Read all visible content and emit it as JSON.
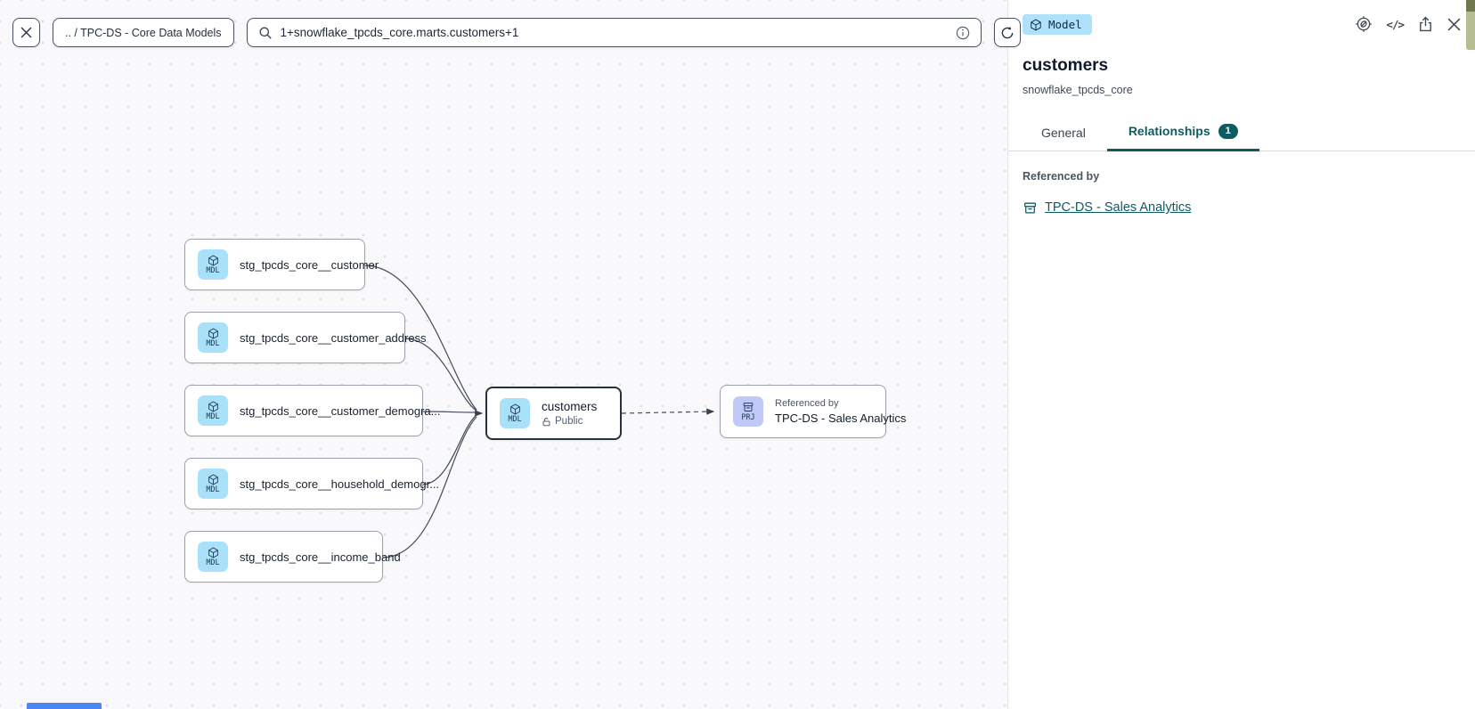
{
  "topbar": {
    "breadcrumb": ".. / TPC-DS - Core Data Models",
    "search": {
      "value": "1+snowflake_tpcds_core.marts.customers+1"
    }
  },
  "canvas": {
    "upstream_nodes": [
      {
        "badge": "MDL",
        "label": "stg_tpcds_core__customer"
      },
      {
        "badge": "MDL",
        "label": "stg_tpcds_core__customer_address"
      },
      {
        "badge": "MDL",
        "label": "stg_tpcds_core__customer_demogra..."
      },
      {
        "badge": "MDL",
        "label": "stg_tpcds_core__household_demogr..."
      },
      {
        "badge": "MDL",
        "label": "stg_tpcds_core__income_band"
      }
    ],
    "selected_node": {
      "badge": "MDL",
      "title": "customers",
      "access": "Public"
    },
    "downstream_node": {
      "badge": "PRJ",
      "kicker": "Referenced by",
      "title": "TPC-DS - Sales Analytics"
    }
  },
  "panel": {
    "type_badge": "Model",
    "title": "customers",
    "subtitle": "snowflake_tpcds_core",
    "tabs": {
      "general": "General",
      "relationships": "Relationships",
      "relationships_count": "1"
    },
    "referenced_by_heading": "Referenced by",
    "referenced_by_link": "TPC-DS - Sales Analytics",
    "code_icon_glyph": "</>"
  },
  "icons": {
    "close": "x-mark",
    "search": "magnifier",
    "info": "circled-i",
    "refresh": "clockwise-arrow",
    "model": "cube",
    "project": "archive-box",
    "access_public": "open-padlock",
    "explore": "compass",
    "code": "angle-brackets",
    "share": "box-up-arrow"
  },
  "colors": {
    "accent_teal": "#0e5c63",
    "model_badge_bg": "#b0e1fa",
    "project_badge_bg": "#c0c8f8",
    "canvas_bg": "#f9f9fb",
    "selected_border": "#27303e"
  }
}
